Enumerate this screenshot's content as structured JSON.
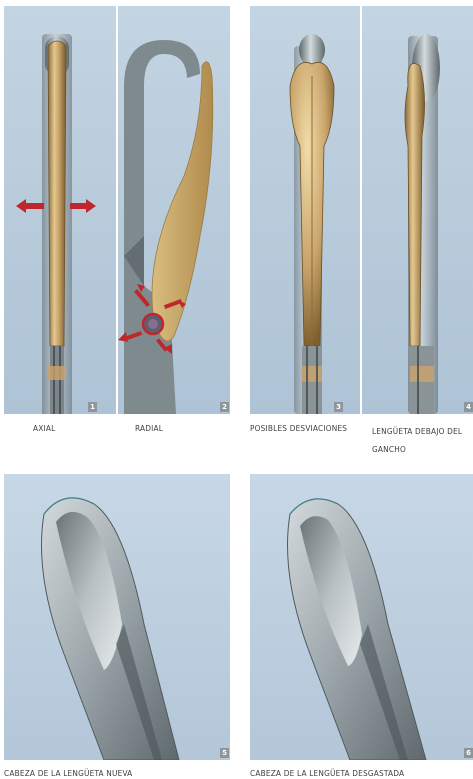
{
  "figures": [
    {
      "number": "1",
      "caption": "AXIAL"
    },
    {
      "number": "2",
      "caption": "RADIAL"
    },
    {
      "number": "3",
      "caption": "POSIBLES DESVIACIONES"
    },
    {
      "number": "4",
      "caption": "LENGÜETA DEBAJO DEL GANCHO"
    },
    {
      "number": "5",
      "caption": "CABEZA DE LA LENGÜETA NUEVA"
    },
    {
      "number": "6",
      "caption": "CABEZA DE LA LENGÜETA DESGASTADA"
    }
  ],
  "colors": {
    "panel_bg": "#b8cbdb",
    "metal": "#8f9a9e",
    "brass": "#c8a66a",
    "arrow": "#c0272d",
    "badge": "#8d969b"
  }
}
